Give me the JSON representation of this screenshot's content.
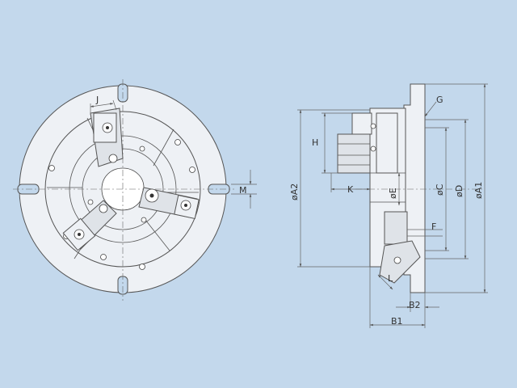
{
  "front_view": {
    "labels": {
      "j": "J",
      "m": "M"
    }
  },
  "side_view": {
    "labels": {
      "g": "G",
      "h": "H",
      "k": "K",
      "e": "øE",
      "c": "øC",
      "d": "øD",
      "a1": "øA1",
      "a2": "øA2",
      "f": "F",
      "l": "L",
      "b1": "B1",
      "b2": "B2"
    }
  },
  "colors": {
    "background": "#c3d8ec",
    "part_fill": "#eef1f5",
    "line": "#555555"
  }
}
